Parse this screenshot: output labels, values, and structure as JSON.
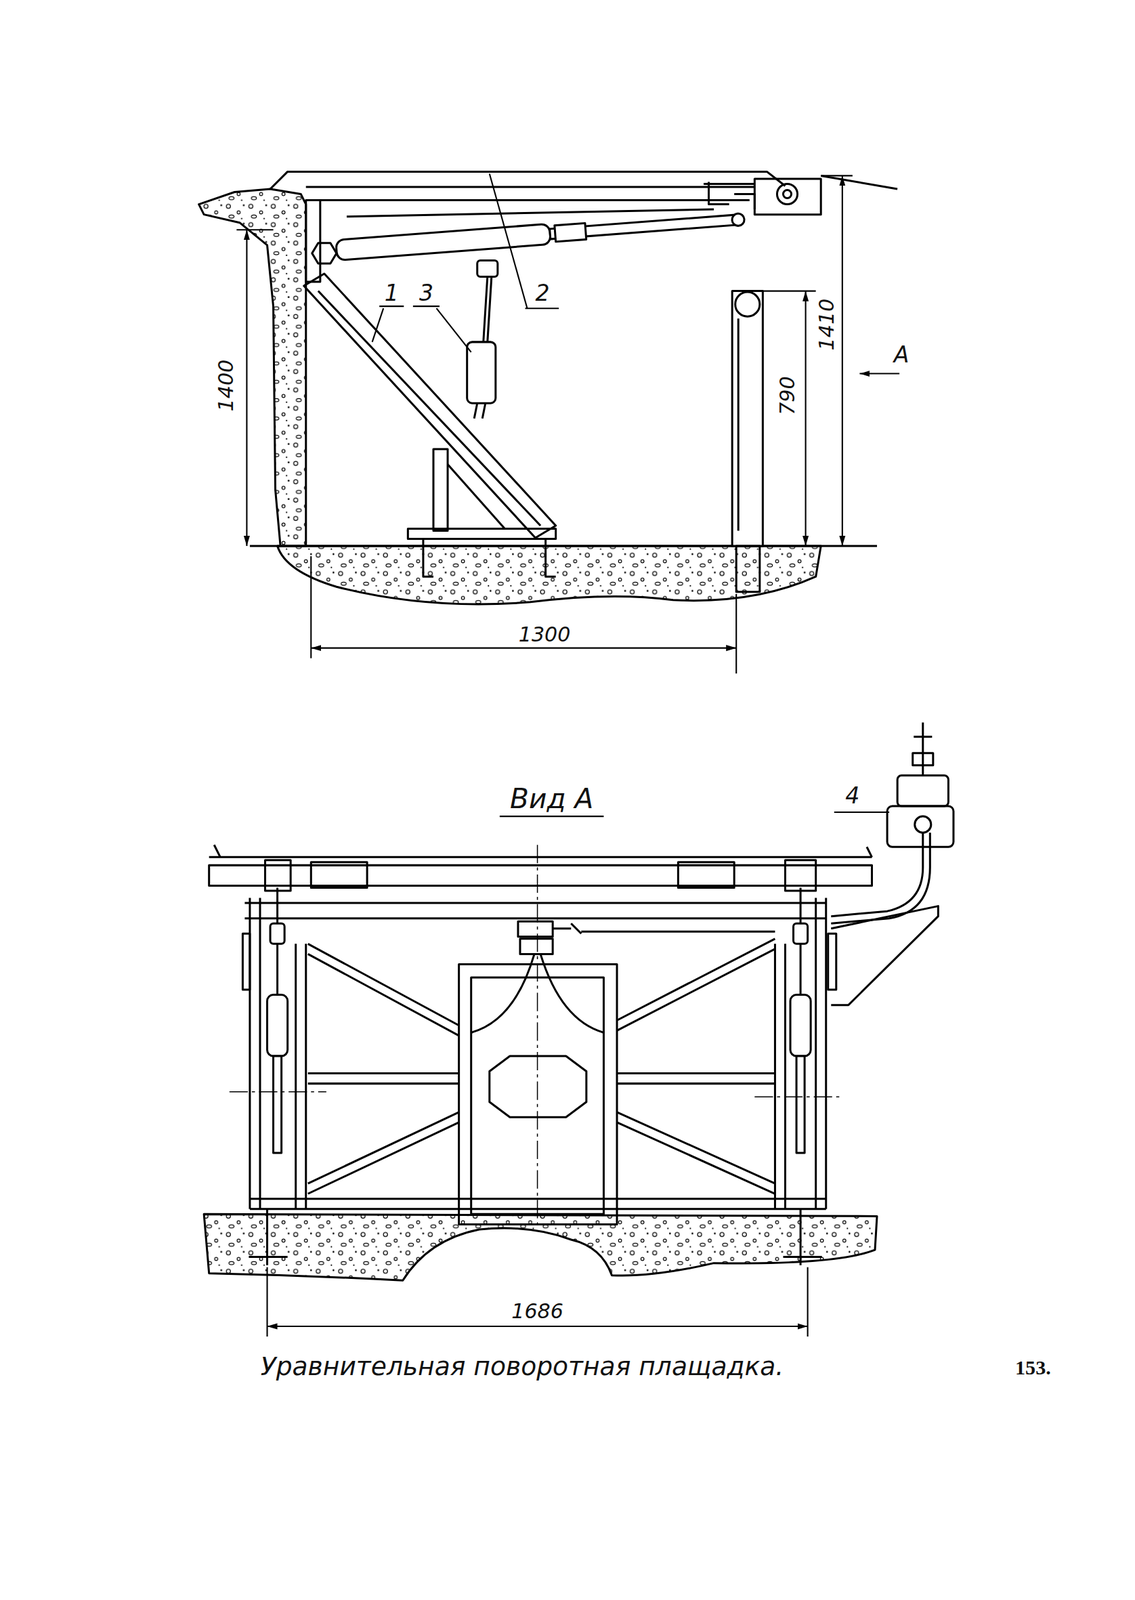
{
  "diagram": {
    "caption": "Уравнительная поворотная плащадка.",
    "labels": [
      "2",
      "1",
      "3",
      "1400",
      "790",
      "1410",
      "А",
      "1300",
      "Вид А",
      "4",
      "1686",
      "153."
    ]
  }
}
